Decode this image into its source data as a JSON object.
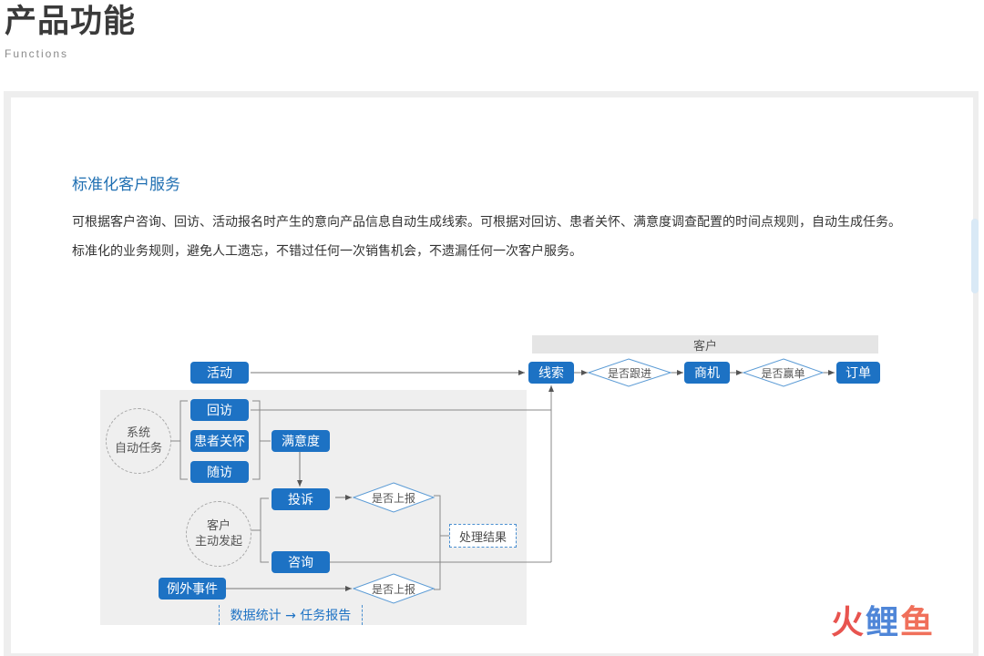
{
  "header": {
    "title": "产品功能",
    "subtitle": "Functions"
  },
  "section": {
    "heading": "标准化客户服务",
    "description": "可根据客户咨询、回访、活动报名时产生的意向产品信息自动生成线索。可根据对回访、患者关怀、满意度调查配置的时间点规则，自动生成任务。标准化的业务规则，避免人工遗忘，不错过任何一次销售机会，不遗漏任何一次客户服务。"
  },
  "diagram": {
    "customer_label": "客户",
    "nodes": {
      "activity": "活动",
      "return_visit": "回访",
      "patient_care": "患者关怀",
      "follow_visit": "随访",
      "satisfaction": "满意度",
      "complaint": "投诉",
      "consult": "咨询",
      "exception": "例外事件",
      "lead": "线索",
      "opportunity": "商机",
      "order": "订单"
    },
    "rings": {
      "system_task": [
        "系统",
        "自动任务"
      ],
      "customer_initiated": [
        "客户",
        "主动发起"
      ]
    },
    "decisions": {
      "follow_up": "是否跟进",
      "win": "是否赢单",
      "report_1": "是否上报",
      "report_2": "是否上报"
    },
    "result_label": "处理结果",
    "stats_label": "数据统计 → 任务报告"
  },
  "watermark": {
    "part1": "火",
    "part2": "鲤",
    "part3": "鱼"
  },
  "colors": {
    "node_blue": "#1d72c4",
    "heading_blue": "#1f6fb2",
    "panel_gray": "#efefef"
  }
}
